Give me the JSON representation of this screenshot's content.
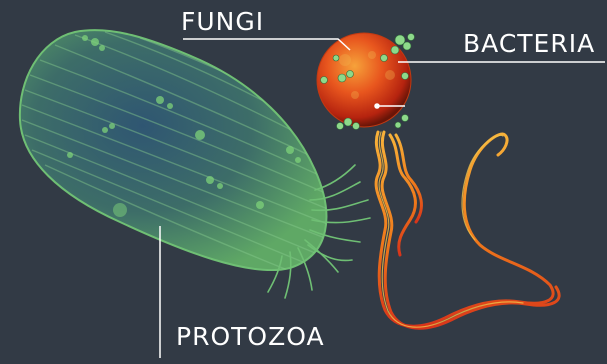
{
  "labels": {
    "fungi": "FUNGI",
    "bacteria": "BACTERIA",
    "protozoa": "PROTOZOA"
  },
  "colors": {
    "background": "#323a45",
    "protozoa_body": "#3f7a5a",
    "bacteria_sphere": "#e2421a",
    "fungi_strands": "#f28a16",
    "leader_lines": "#ffffff"
  }
}
